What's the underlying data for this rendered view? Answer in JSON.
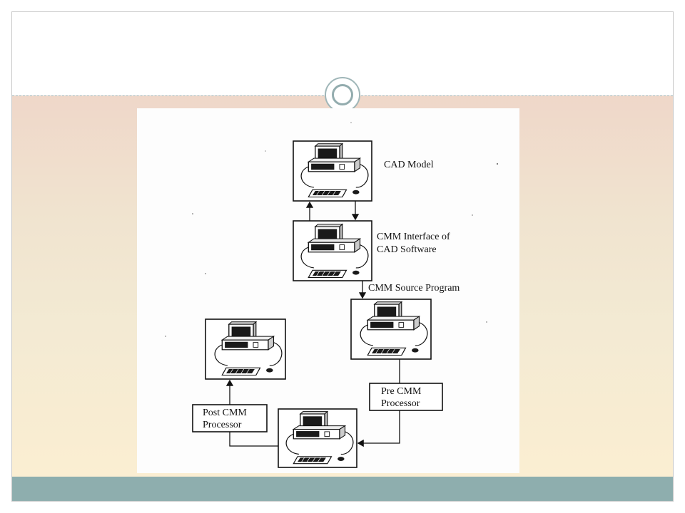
{
  "diagram": {
    "nodes": [
      {
        "id": "cad-model",
        "label": "CAD Model"
      },
      {
        "id": "cmm-interface",
        "label_line1": "CMM Interface of",
        "label_line2": "CAD Software"
      },
      {
        "id": "cmm-source-program",
        "label": "CMM Source Program"
      },
      {
        "id": "post-cmm-station"
      },
      {
        "id": "pre-cmm-processor",
        "label_line1": "Pre CMM",
        "label_line2": "Processor"
      },
      {
        "id": "post-cmm-processor",
        "label_line1": "Post CMM",
        "label_line2": "Processor"
      },
      {
        "id": "cmm-station"
      }
    ],
    "edges": [
      {
        "from": "cad-model",
        "to": "cmm-interface"
      },
      {
        "from": "cmm-interface",
        "to": "cad-model"
      },
      {
        "from": "cmm-interface",
        "to": "cmm-source-program"
      },
      {
        "from": "cmm-source-program",
        "to": "pre-cmm-processor"
      },
      {
        "from": "pre-cmm-processor",
        "to": "cmm-station"
      },
      {
        "from": "cmm-station",
        "to": "post-cmm-processor"
      },
      {
        "from": "post-cmm-processor",
        "to": "post-cmm-station"
      }
    ]
  }
}
